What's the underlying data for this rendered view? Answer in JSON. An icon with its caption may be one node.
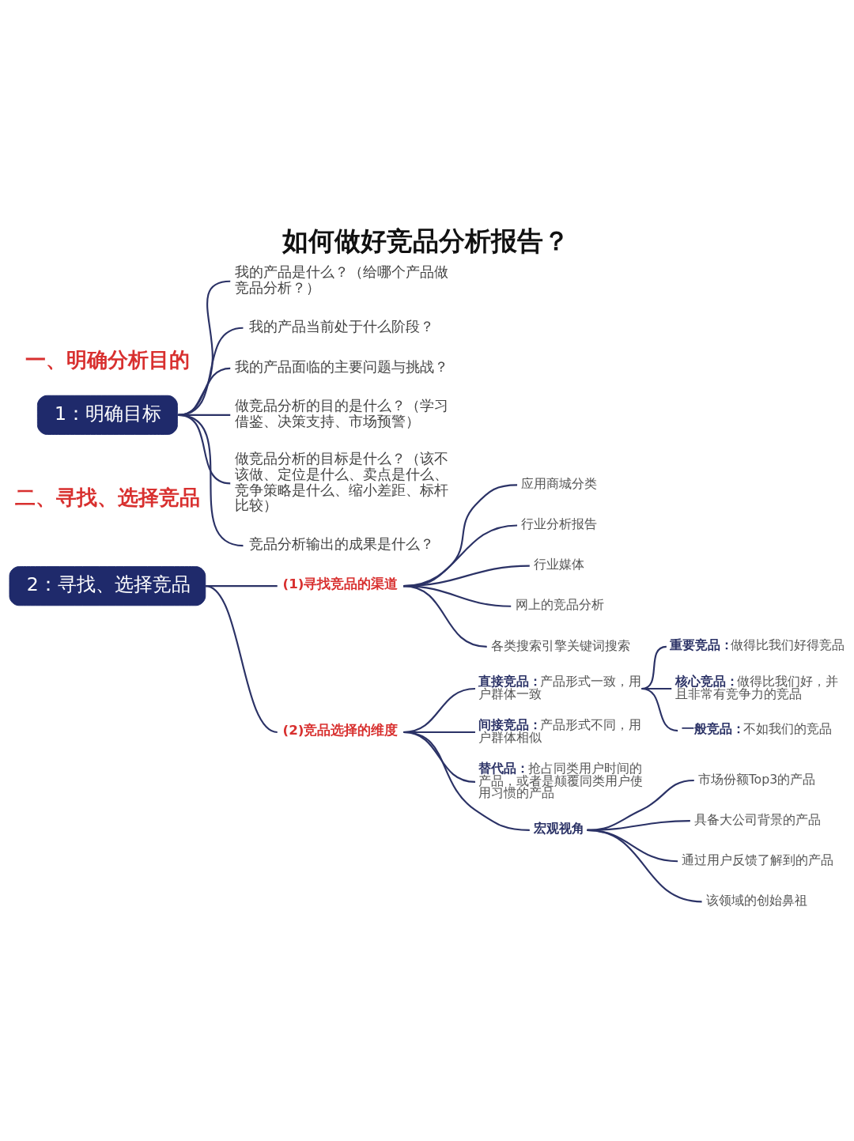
{
  "diagram": {
    "title": "如何做好竞品分析报告？",
    "nodes": [
      {
        "text": [
          "1：明确目标"
        ]
      },
      {
        "text": [
          "我的产品是什么？（给哪个产品做竞品分析？）"
        ]
      },
      {
        "text": [
          "我的产品当前处于什么阶段？"
        ]
      },
      {
        "text": [
          "我的产品面临的主要问题与挑战？"
        ]
      },
      {
        "text": [
          "做竞品分析的目的是什么？（学习借鉴、决策支持、市场预警）"
        ]
      },
      {
        "text": [
          "做竞品分析的目标是什么？（该不该做、定位是什么、卖点是什么、竞争策略是什么、缩小差距、标杆比较）"
        ]
      },
      {
        "text": [
          "竞品分析输出的成果是什么？"
        ]
      },
      {
        "text": [
          "2：寻找、选择竞品"
        ]
      },
      {
        "text": [
          "(1)寻找竞品的渠道"
        ]
      },
      {
        "text": [
          "应用商城分类"
        ]
      },
      {
        "text": [
          "行业分析报告"
        ]
      },
      {
        "text": [
          "行业媒体"
        ]
      },
      {
        "text": [
          "网上的竞品分析"
        ]
      },
      {
        "text": [
          "各类搜索引擎关键词搜索"
        ]
      },
      {
        "text": [
          "(2)竞品选择的维度"
        ]
      },
      {
        "text": [
          "**直接竞品：**产品形式一致，用户群体一致"
        ]
      },
      {
        "text": [
          "**重要竞品：**做得比我们好得竞品"
        ]
      },
      {
        "text": [
          "**核心竞品：**做得比我们好，并且非常有竞争力的竞品"
        ]
      },
      {
        "text": [
          "**一般竞品：**不如我们的竞品"
        ]
      },
      {
        "text": [
          "**间接竞品：**产品形式不同，用户群体相似"
        ]
      },
      {
        "text": [
          "**替代品：**抢占同类用户时间的产品，或者是颠覆同类用户使用习惯的产品"
        ]
      },
      {
        "text": [
          "宏观视角"
        ]
      },
      {
        "text": [
          "市场份额Top3的产品"
        ]
      },
      {
        "text": [
          "具备大公司背景的产品"
        ]
      },
      {
        "text": [
          "通过用户反馈了解到的产品"
        ]
      },
      {
        "text": [
          "该领域的创始鼻祖"
        ]
      }
    ],
    "edges": [
      {
        "from": 0,
        "to": 1,
        "arrow": "none"
      },
      {
        "from": 0,
        "to": 2,
        "arrow": "none"
      },
      {
        "from": 0,
        "to": 3,
        "arrow": "none"
      },
      {
        "from": 0,
        "to": 4,
        "arrow": "none"
      },
      {
        "from": 0,
        "to": 5,
        "arrow": "none"
      },
      {
        "from": 0,
        "to": 6,
        "arrow": "none"
      },
      {
        "from": 7,
        "to": 8,
        "arrow": "none"
      },
      {
        "from": 8,
        "to": 9,
        "arrow": "none"
      },
      {
        "from": 8,
        "to": 10,
        "arrow": "none"
      },
      {
        "from": 8,
        "to": 11,
        "arrow": "none"
      },
      {
        "from": 8,
        "to": 12,
        "arrow": "none"
      },
      {
        "from": 8,
        "to": 13,
        "arrow": "none"
      },
      {
        "from": 7,
        "to": 14,
        "arrow": "none"
      },
      {
        "from": 14,
        "to": 15,
        "arrow": "none"
      },
      {
        "from": 15,
        "to": 16,
        "arrow": "none"
      },
      {
        "from": 15,
        "to": 17,
        "arrow": "none"
      },
      {
        "from": 15,
        "to": 18,
        "arrow": "none"
      },
      {
        "from": 14,
        "to": 19,
        "arrow": "none"
      },
      {
        "from": 14,
        "to": 20,
        "arrow": "none"
      },
      {
        "from": 14,
        "to": 21,
        "arrow": "none"
      },
      {
        "from": 21,
        "to": 22,
        "arrow": "none"
      },
      {
        "from": 21,
        "to": 23,
        "arrow": "none"
      },
      {
        "from": 21,
        "to": 24,
        "arrow": "none"
      },
      {
        "from": 21,
        "to": 25,
        "arrow": "none"
      }
    ],
    "labels": [
      "一、明确分析目的",
      "二、寻找、选择竞品"
    ]
  }
}
